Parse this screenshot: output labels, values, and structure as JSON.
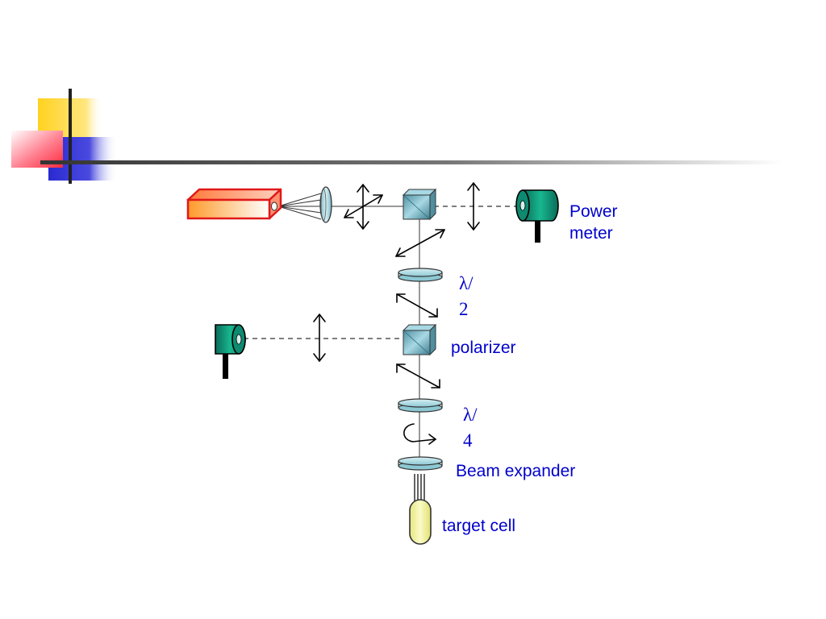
{
  "labels": {
    "power_meter_line1": "Power",
    "power_meter_line2": "meter",
    "half_wave_line1": "λ/",
    "half_wave_line2": "2",
    "polarizer": "polarizer",
    "quarter_wave_line1": "λ/",
    "quarter_wave_line2": "4",
    "beam_expander": "Beam expander",
    "target_cell": "target cell"
  },
  "colors": {
    "label_text": "#0000cc",
    "deco_yellow": "#ffd21f",
    "deco_red": "#ff3344",
    "deco_blue": "#2a2ad0",
    "laser_border": "#e01818",
    "laser_fill_start": "#ff9a2a",
    "optic_fill": "#9fd4e0",
    "cube_fill": "#7fb3c0",
    "detector_body": "#10a080",
    "target_cell_fill": "#f3f3a0"
  }
}
